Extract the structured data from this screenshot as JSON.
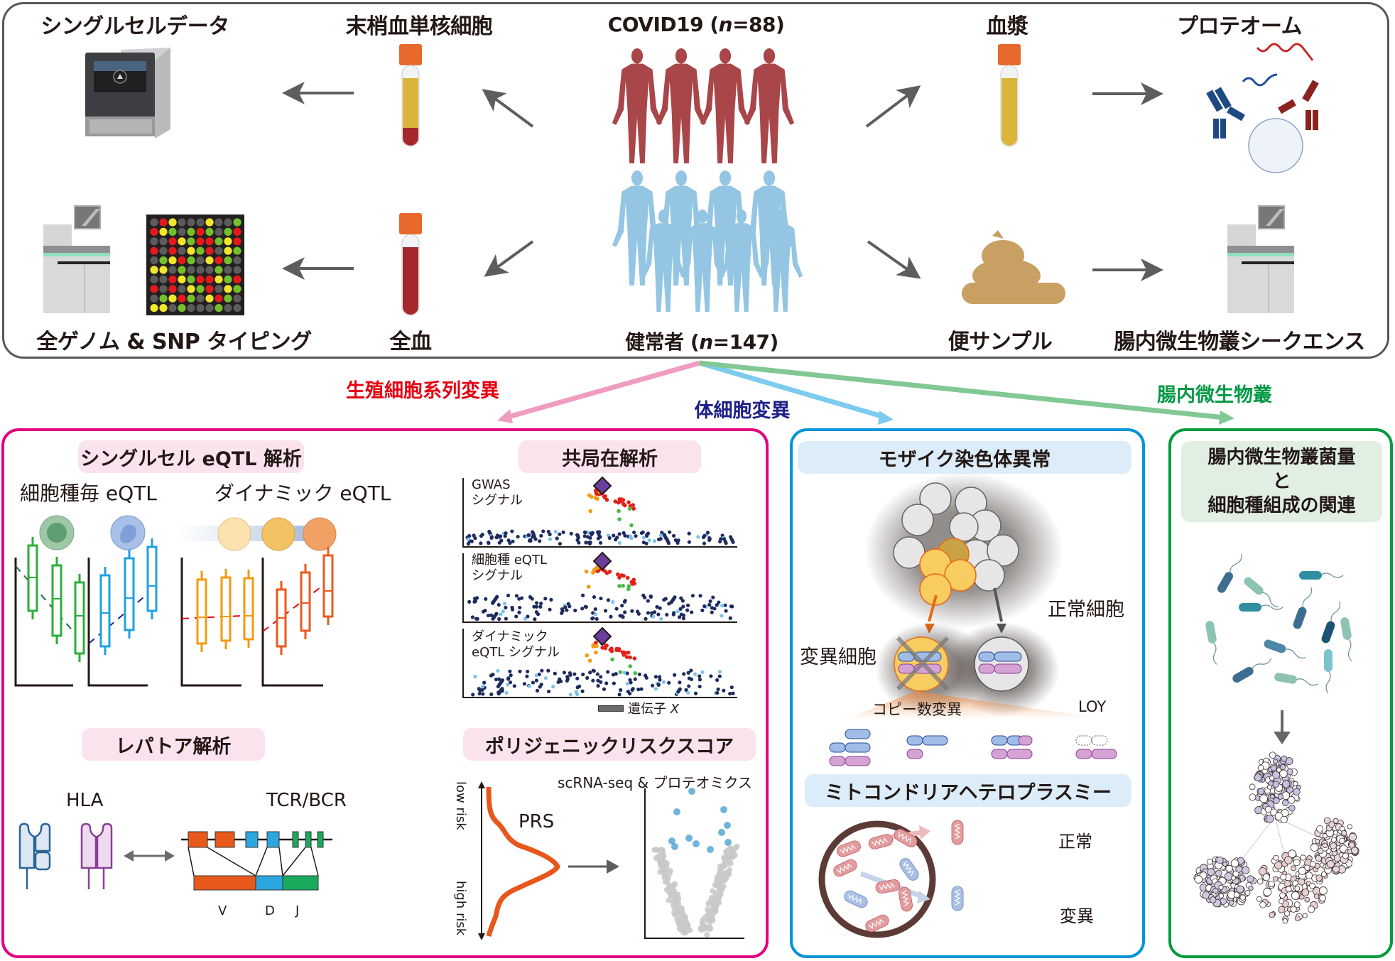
{
  "top": {
    "single_cell_data": "シングルセルデータ",
    "pbmc": "末梢血単核細胞",
    "covid_prefix": "COVID19 (",
    "covid_n": "n",
    "covid_suffix": "=88)",
    "plasma": "血漿",
    "proteome": "プロテオーム",
    "wgs_snp": "全ゲノム & SNP タイピング",
    "whole_blood": "全血",
    "healthy_prefix": "健常者 (",
    "healthy_n": "n",
    "healthy_suffix": "=147)",
    "stool": "便サンプル",
    "gut_seq": "腸内微生物叢シークエンス"
  },
  "categories": {
    "germline": "生殖細胞系列変異",
    "somatic": "体細胞変異",
    "microbiome": "腸内微生物叢"
  },
  "colors": {
    "germline": "#e60012",
    "somatic": "#1d2088",
    "microbiome": "#009944",
    "germline_border": "#e4007f",
    "somatic_border": "#0094d8",
    "microbiome_border": "#009b3e"
  },
  "snp_grid": [
    "grygggyggG",
    "ryGgGrGgGr",
    "ggryGrrGyr",
    "rgrgyGrgyG",
    "gGyrGgyrGg",
    "yygGgggGgg",
    "ggryGrryGr",
    "rgrgyGrgyG",
    "gGyrGgyrGg",
    "yygGgggGgg"
  ],
  "germline_panel": {
    "sc_eqtl_title": "シングルセル eQTL 解析",
    "celltype_eqtl": "細胞種毎 eQTL",
    "dynamic_eqtl": "ダイナミック eQTL",
    "coloc_title": "共局在解析",
    "coloc_tracks": [
      {
        "line1": "GWAS",
        "line2": "シグナル"
      },
      {
        "line1": "細胞種 eQTL",
        "line2": "シグナル"
      },
      {
        "line1": "ダイナミック",
        "line2": "eQTL シグナル"
      }
    ],
    "gene_label": "遺伝子 ",
    "gene_name": "X",
    "repertoire_title": "レパトア解析",
    "hla": "HLA",
    "tcr_bcr": "TCR/BCR",
    "v": "V",
    "d": "D",
    "j": "J",
    "prs_title": "ポリジェニックリスクスコア",
    "low_risk": "low risk",
    "high_risk": "high risk",
    "prs": "PRS",
    "scrna_proteomics": "scRNA-seq & プロテオミクス"
  },
  "somatic_panel": {
    "mosaic_title": "モザイク染色体異常",
    "normal_cell": "正常細胞",
    "mutant_cell": "変異細胞",
    "cnv": "コピー数変異",
    "loy": "LOY",
    "mito_title": "ミトコンドリアヘテロプラスミー",
    "normal": "正常",
    "mutant": "変異"
  },
  "microbiome_panel": {
    "title_line1": "腸内微生物叢菌量",
    "title_line2": "と",
    "title_line3": "細胞種組成の関連"
  }
}
